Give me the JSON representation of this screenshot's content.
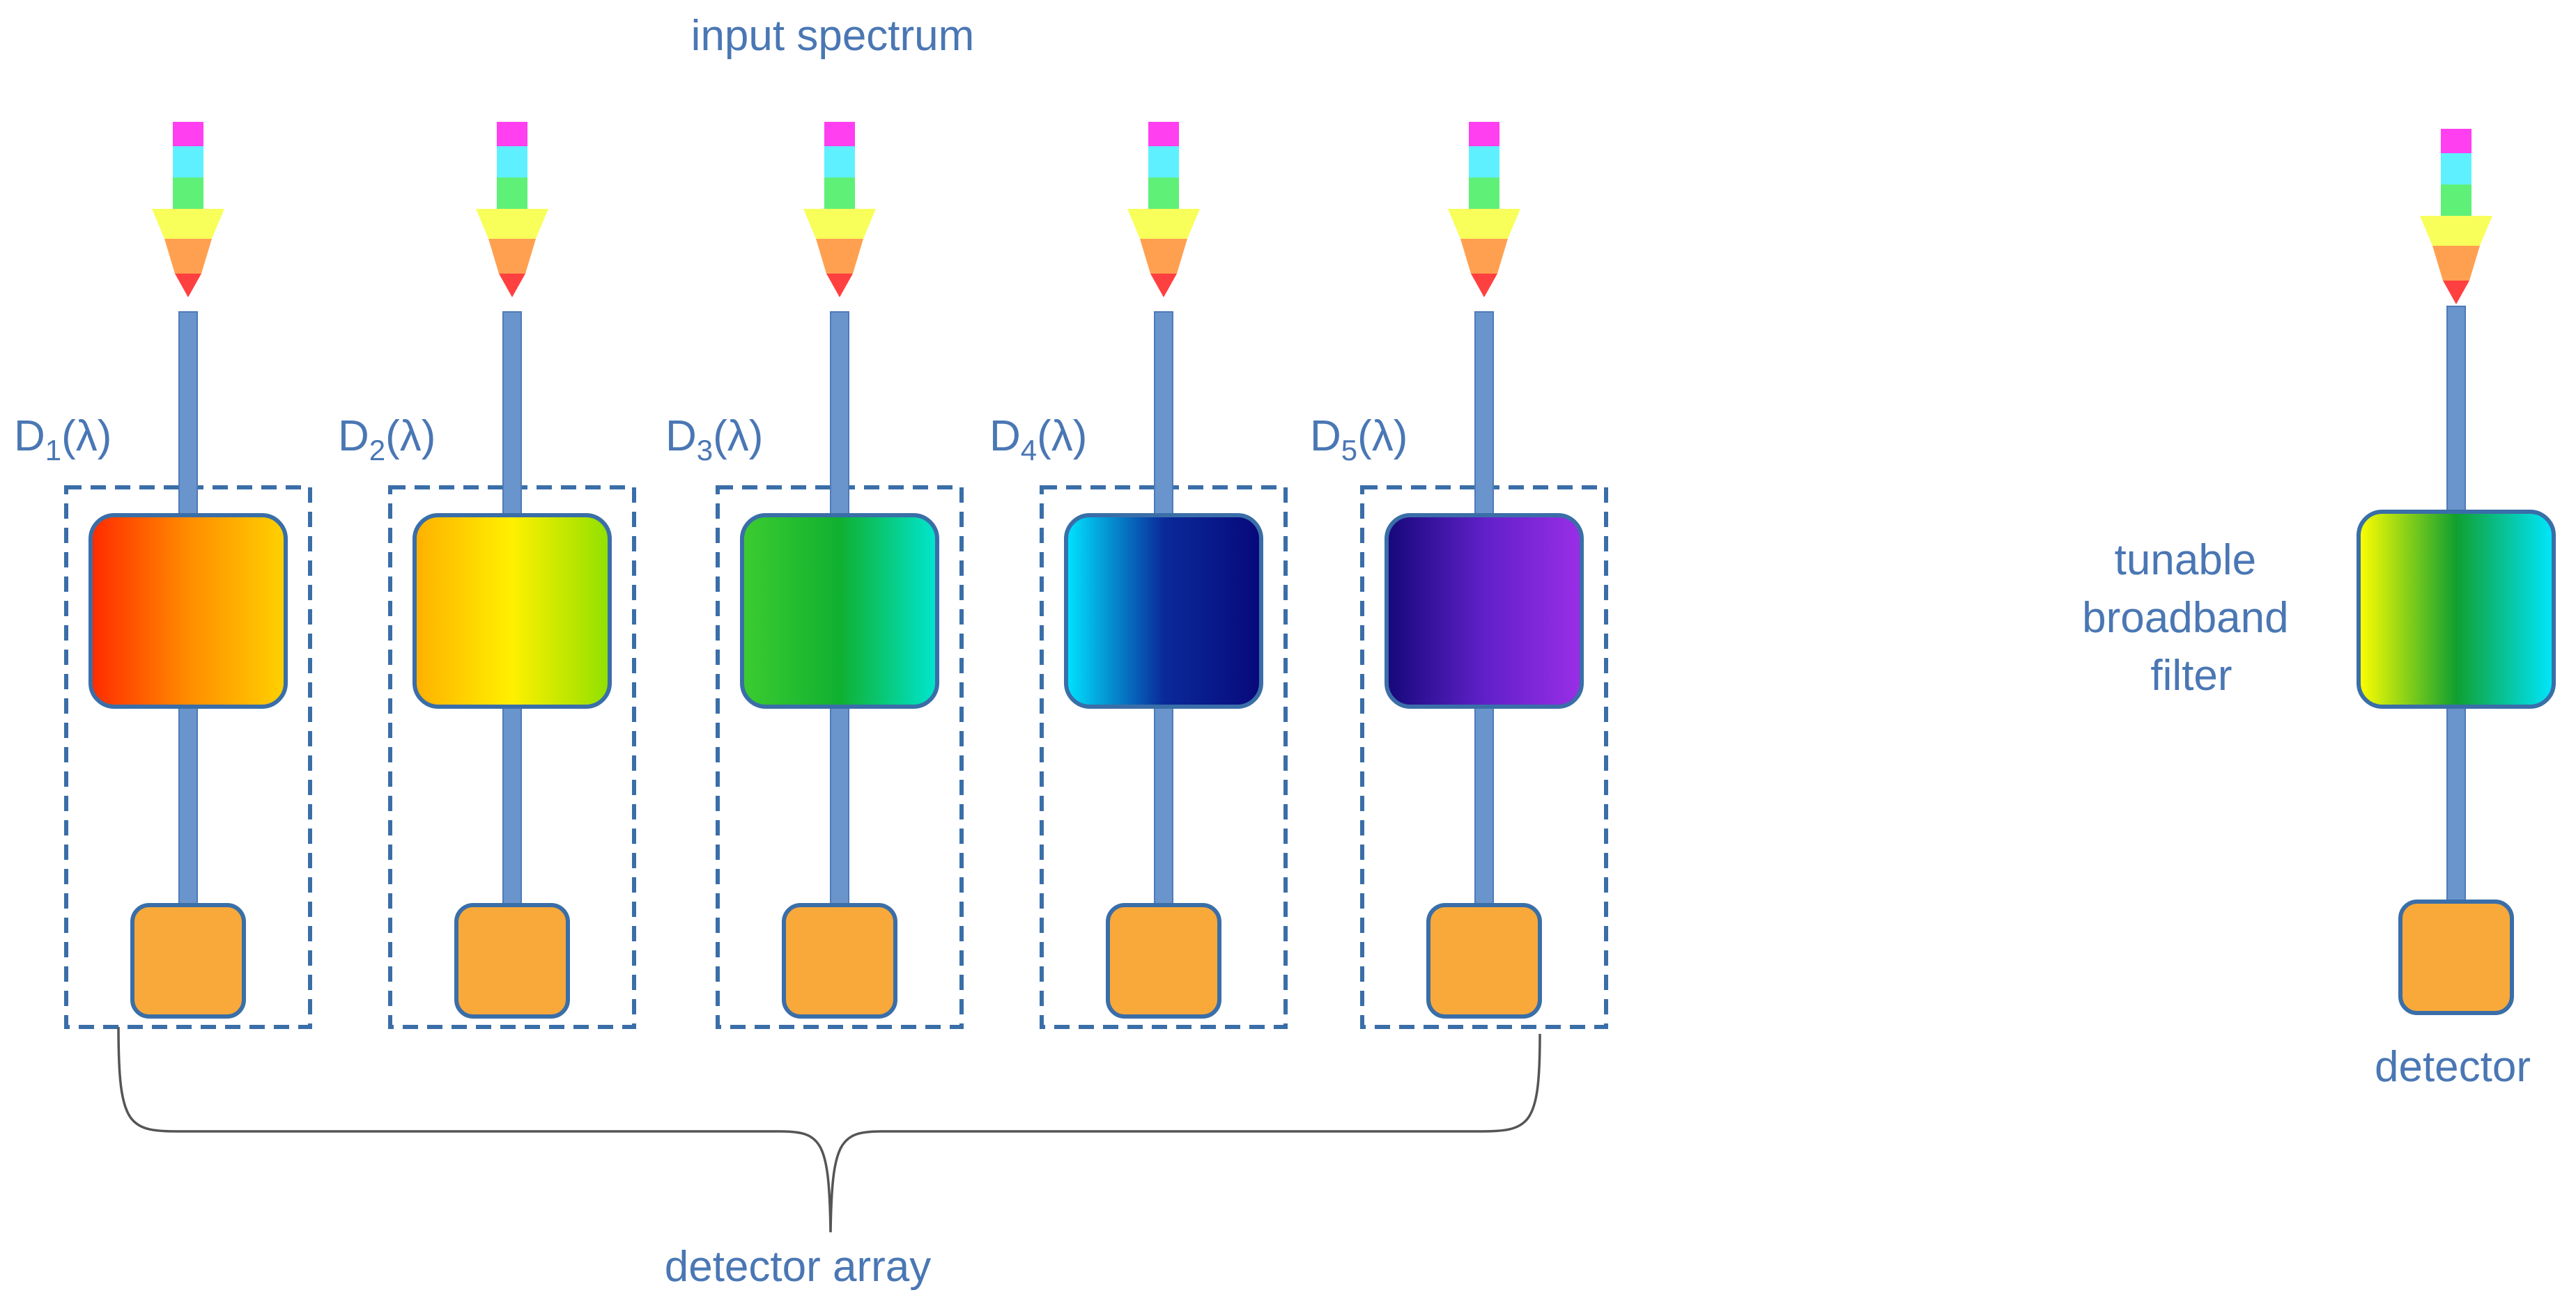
{
  "title": "input spectrum",
  "labels": {
    "detector_array": "detector array",
    "tunable_filter": [
      "tunable",
      "broadband",
      "filter"
    ],
    "detector": "detector"
  },
  "channels": [
    {
      "symbol": "D",
      "index": "1",
      "arg": "(λ)",
      "filter_gradient": [
        "#ff2a00",
        "#ff8c00",
        "#ffd200"
      ]
    },
    {
      "symbol": "D",
      "index": "2",
      "arg": "(λ)",
      "filter_gradient": [
        "#ffb000",
        "#fff000",
        "#8fe000"
      ]
    },
    {
      "symbol": "D",
      "index": "3",
      "arg": "(λ)",
      "filter_gradient": [
        "#3ccc30",
        "#10b030",
        "#00e6d0"
      ]
    },
    {
      "symbol": "D",
      "index": "4",
      "arg": "(λ)",
      "filter_gradient": [
        "#00e4ff",
        "#0a2a9a",
        "#08087a"
      ]
    },
    {
      "symbol": "D",
      "index": "5",
      "arg": "(λ)",
      "filter_gradient": [
        "#15087a",
        "#6020c8",
        "#9a2ee6"
      ]
    }
  ],
  "tunable_gradient": [
    "#ffff00",
    "#10a030",
    "#00e6ff"
  ],
  "colors": {
    "guide": "#6a95cc",
    "guide_edge": "#4d7bb8",
    "frame": "#3a6ea8",
    "detector_fill": "#f8a93a",
    "text": "#4a77b4",
    "brace": "#555555",
    "spectrum": [
      "#ff3ff0",
      "#5ff0ff",
      "#5ff077",
      "#f8ff5a",
      "#ffa050",
      "#ff4040"
    ]
  }
}
